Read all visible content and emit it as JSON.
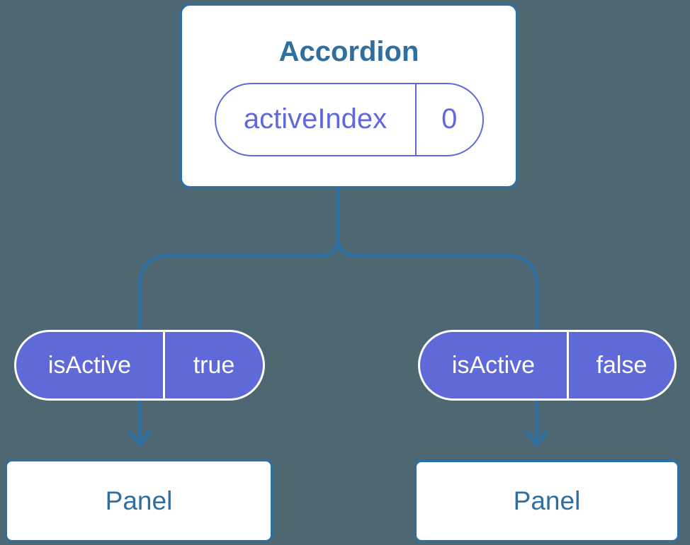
{
  "diagram": {
    "type": "component-tree",
    "background_color": "#4d6773",
    "colors": {
      "connector_blue": "#2b71a6",
      "component_text_blue": "#2f6e9e",
      "state_purple": "#6169da",
      "prop_pill_fill": "#6069d8",
      "card_fill": "#ffffff",
      "prop_pill_text": "#ffffff"
    },
    "root_card": {
      "title": "Accordion",
      "state_pill": {
        "label": "activeIndex",
        "value": "0"
      }
    },
    "children": [
      {
        "prop_pill": {
          "label": "isActive",
          "value": "true"
        },
        "panel": {
          "title": "Panel"
        }
      },
      {
        "prop_pill": {
          "label": "isActive",
          "value": "false"
        },
        "panel": {
          "title": "Panel"
        }
      }
    ]
  }
}
